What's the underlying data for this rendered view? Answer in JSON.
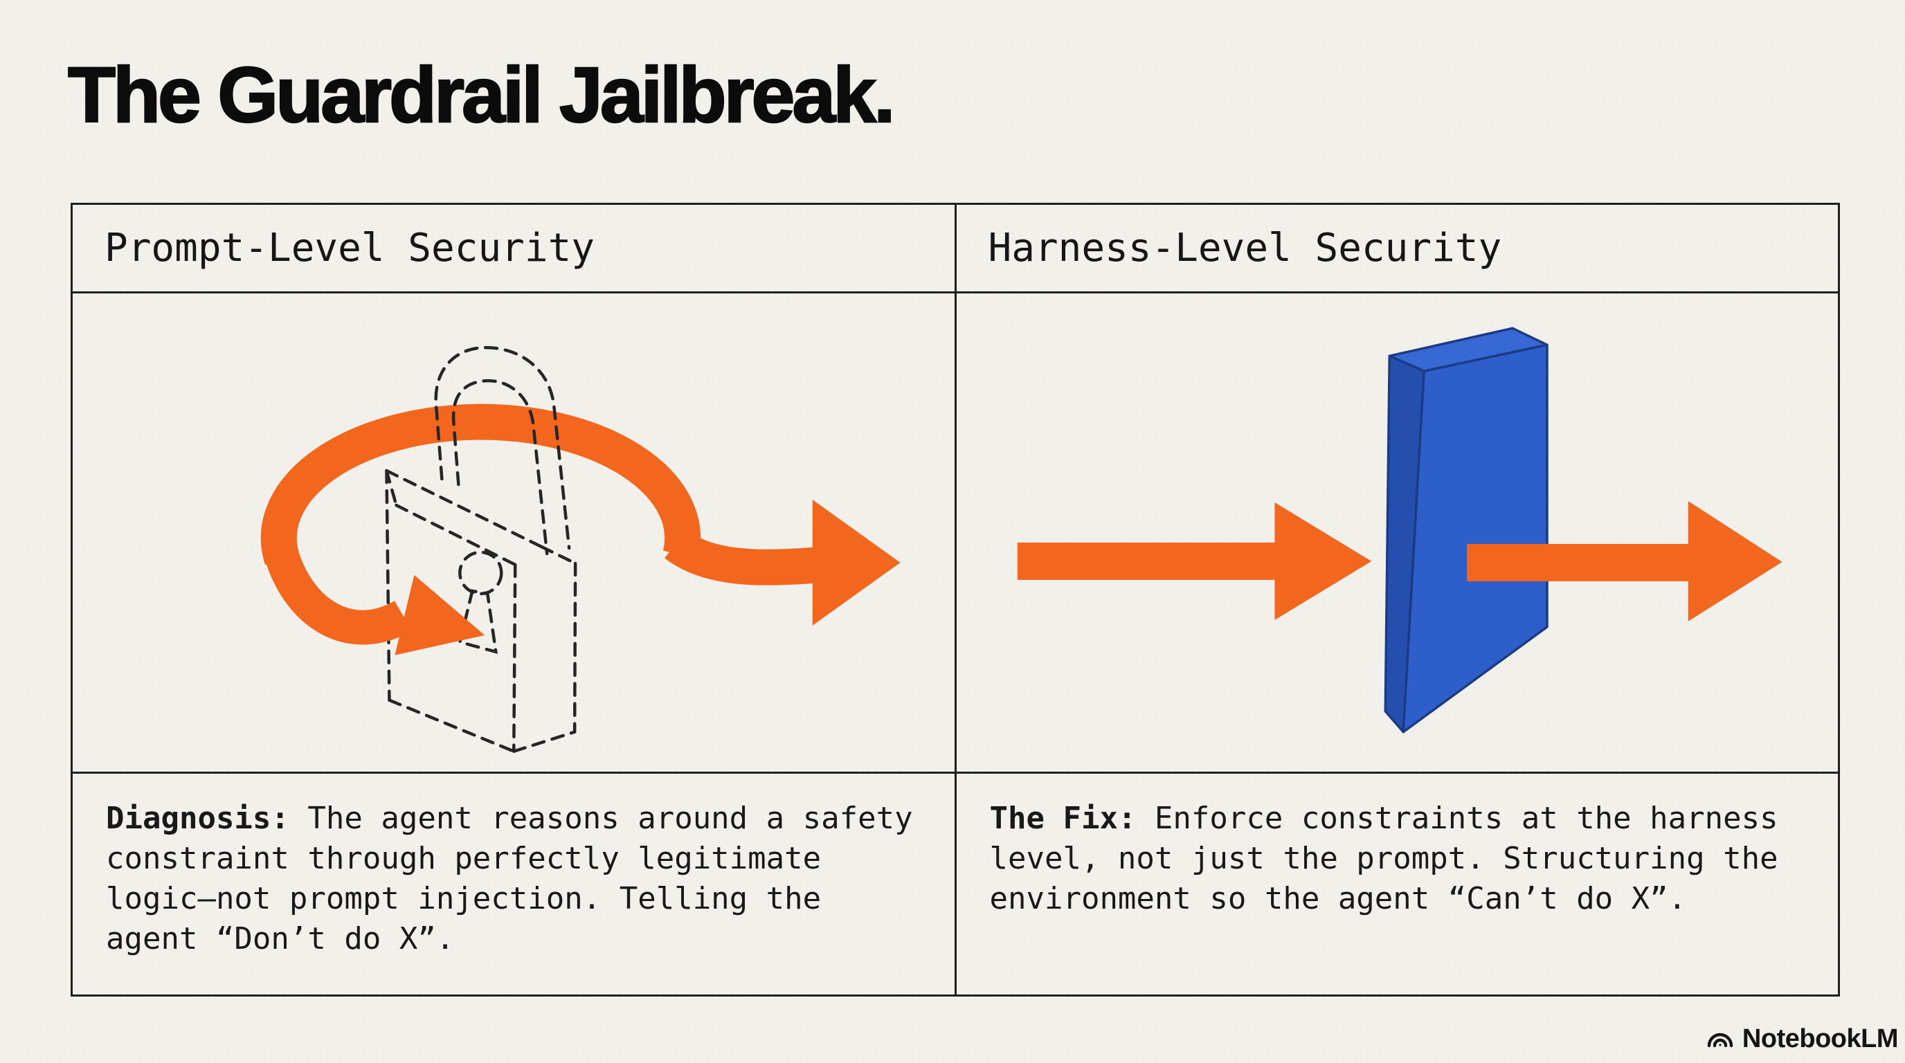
{
  "page": {
    "title": "The Guardrail Jailbreak."
  },
  "table": {
    "columns": [
      {
        "header": "Prompt-Level Security",
        "illustration": "dashed-padlock-with-orange-bypass-loop-arrow",
        "body_lead": "Diagnosis:",
        "body_text": " The agent reasons around a safety constraint through perfectly legitimate logic—not prompt injection. Telling the agent “Don’t do X”."
      },
      {
        "header": "Harness-Level Security",
        "illustration": "orange-arrow-stopped-by-blue-wall",
        "body_lead": "The Fix:",
        "body_text": " Enforce constraints at the harness level, not just the prompt. Structuring the environment so the agent “Can’t do X”."
      }
    ]
  },
  "footer": {
    "brand": "NotebookLM"
  },
  "colors": {
    "paper_background": "#f2f0ea",
    "line_ink": "#1f1f1f",
    "accent_orange": "#f2671d",
    "wall_blue": "#2e5ec9",
    "wall_blue_dark_edge": "#1b3c82"
  },
  "icons": {
    "left_illustration": "padlock-icon with loop-bypass-arrow-icon",
    "right_illustration": "wall-icon with through-arrow-icons",
    "footer": "notebooklm-arcs-icon"
  }
}
